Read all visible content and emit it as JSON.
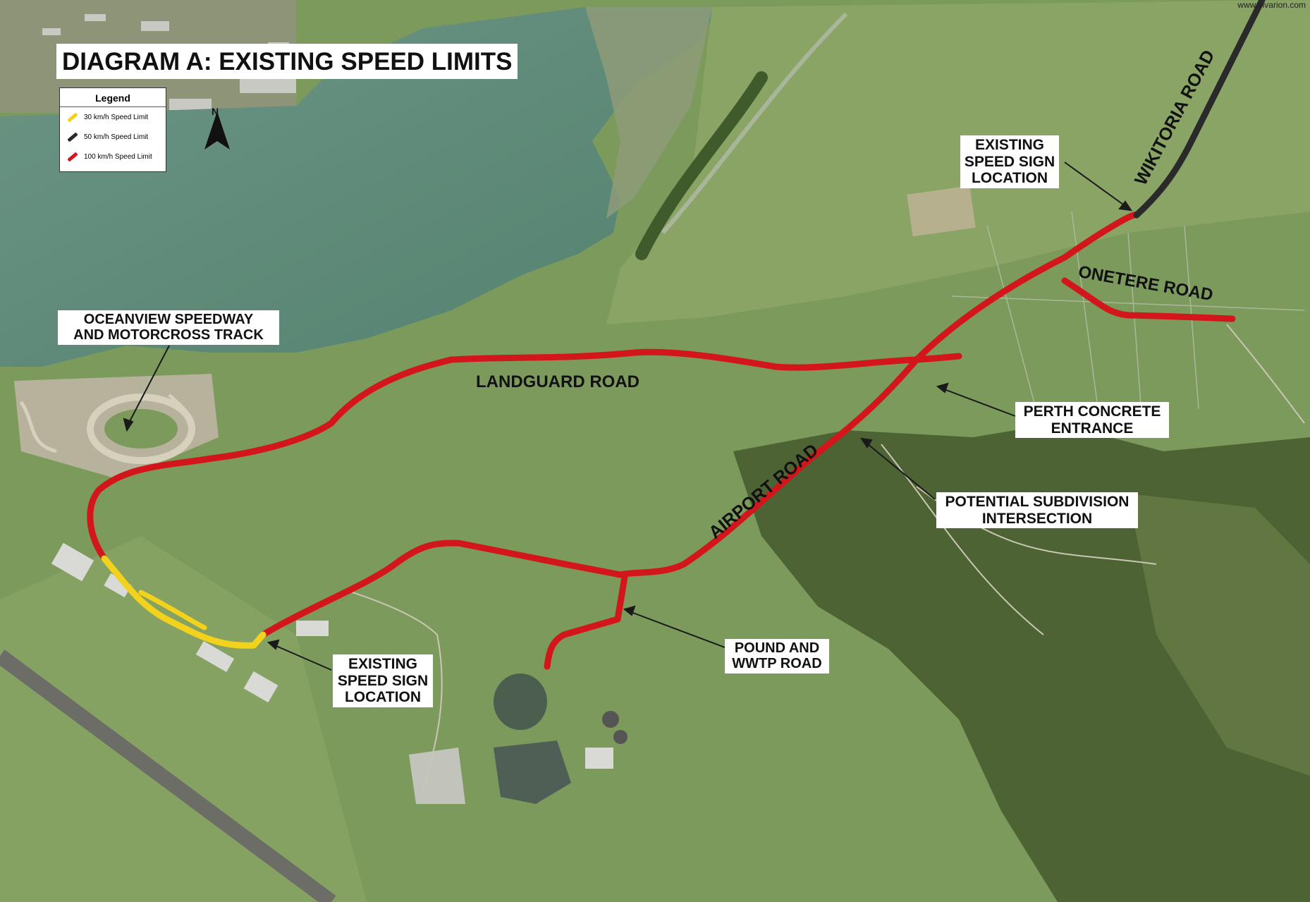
{
  "title": "DIAGRAM A: EXISTING SPEED LIMITS",
  "watermark": "www.invarion.com",
  "north_label": "N",
  "legend": {
    "title": "Legend",
    "items": [
      {
        "label": "30 km/h Speed Limit",
        "color": "#f2d21c"
      },
      {
        "label": "50 km/h Speed Limit",
        "color": "#2a2a2a"
      },
      {
        "label": "100 km/h Speed Limit",
        "color": "#d3161c"
      }
    ]
  },
  "road_labels": {
    "landguard": "LANDGUARD ROAD",
    "airport": "AIRPORT ROAD",
    "wikitoria": "WIKITORIA ROAD",
    "onetere": "ONETERE ROAD"
  },
  "callouts": {
    "speedway": [
      "OCEANVIEW SPEEDWAY",
      "AND MOTORCROSS TRACK"
    ],
    "sign_north": [
      "EXISTING",
      "SPEED SIGN",
      "LOCATION"
    ],
    "sign_south": [
      "EXISTING",
      "SPEED SIGN",
      "LOCATION"
    ],
    "perth": [
      "PERTH CONCRETE",
      "ENTRANCE"
    ],
    "subdivision": [
      "POTENTIAL SUBDIVISION",
      "INTERSECTION"
    ],
    "pound": [
      "POUND AND",
      "WWTP ROAD"
    ]
  },
  "colors": {
    "speed_30": "#f2d21c",
    "speed_50": "#2a2a2a",
    "speed_100": "#d3161c",
    "water": "#5f8a7a",
    "land": "#7f9a5e"
  }
}
